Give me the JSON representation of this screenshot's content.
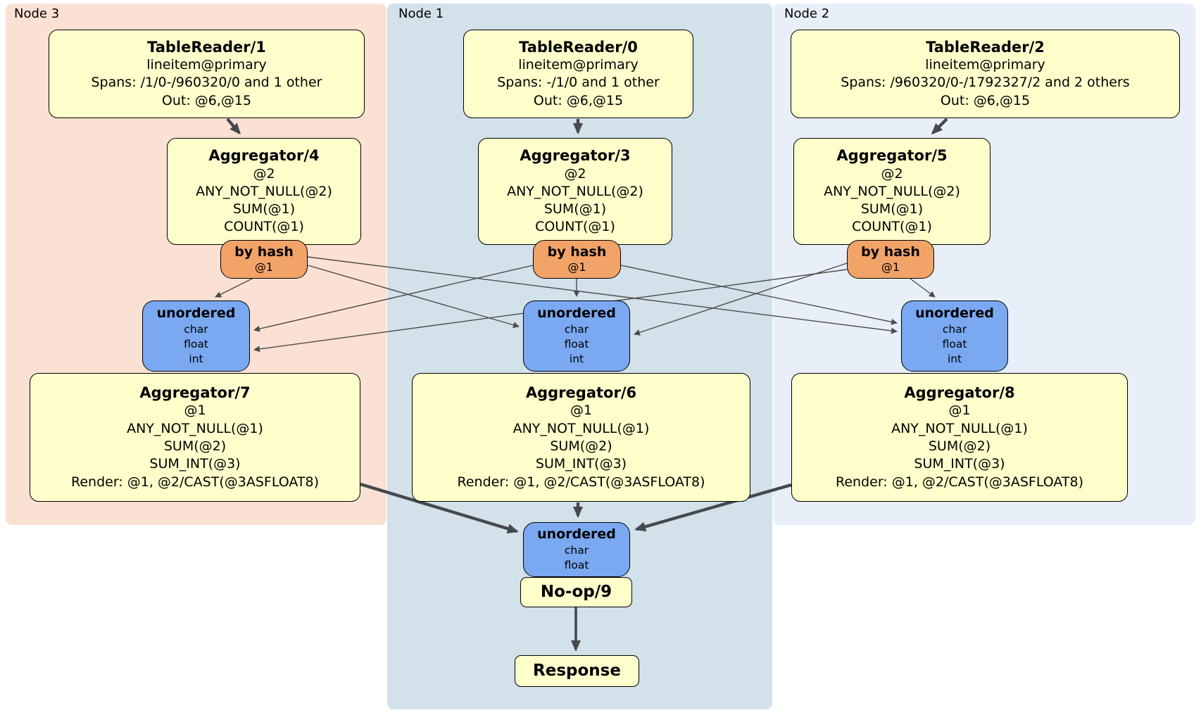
{
  "regions": {
    "node3": {
      "label": "Node 3"
    },
    "node1": {
      "label": "Node 1"
    },
    "node2": {
      "label": "Node 2"
    }
  },
  "nodes": {
    "tablereader1": {
      "title": "TableReader/1",
      "lines": [
        "lineitem@primary",
        "Spans: /1/0-/960320/0 and 1 other",
        "Out: @6,@15"
      ]
    },
    "tablereader0": {
      "title": "TableReader/0",
      "lines": [
        "lineitem@primary",
        "Spans: -/1/0 and 1 other",
        "Out: @6,@15"
      ]
    },
    "tablereader2": {
      "title": "TableReader/2",
      "lines": [
        "lineitem@primary",
        "Spans: /960320/0-/1792327/2 and 2 others",
        "Out: @6,@15"
      ]
    },
    "aggregator4": {
      "title": "Aggregator/4",
      "lines": [
        "@2",
        "ANY_NOT_NULL(@2)",
        "SUM(@1)",
        "COUNT(@1)"
      ]
    },
    "aggregator3": {
      "title": "Aggregator/3",
      "lines": [
        "@2",
        "ANY_NOT_NULL(@2)",
        "SUM(@1)",
        "COUNT(@1)"
      ]
    },
    "aggregator5": {
      "title": "Aggregator/5",
      "lines": [
        "@2",
        "ANY_NOT_NULL(@2)",
        "SUM(@1)",
        "COUNT(@1)"
      ]
    },
    "hash_node3": {
      "title": "by hash",
      "lines": [
        "@1"
      ]
    },
    "hash_node1": {
      "title": "by hash",
      "lines": [
        "@1"
      ]
    },
    "hash_node2": {
      "title": "by hash",
      "lines": [
        "@1"
      ]
    },
    "unordered_node3": {
      "title": "unordered",
      "lines": [
        "char",
        "float",
        "int"
      ]
    },
    "unordered_node1": {
      "title": "unordered",
      "lines": [
        "char",
        "float",
        "int"
      ]
    },
    "unordered_node2": {
      "title": "unordered",
      "lines": [
        "char",
        "float",
        "int"
      ]
    },
    "aggregator7": {
      "title": "Aggregator/7",
      "lines": [
        "@1",
        "ANY_NOT_NULL(@1)",
        "SUM(@2)",
        "SUM_INT(@3)",
        "Render: @1, @2/CAST(@3ASFLOAT8)"
      ]
    },
    "aggregator6": {
      "title": "Aggregator/6",
      "lines": [
        "@1",
        "ANY_NOT_NULL(@1)",
        "SUM(@2)",
        "SUM_INT(@3)",
        "Render: @1, @2/CAST(@3ASFLOAT8)"
      ]
    },
    "aggregator8": {
      "title": "Aggregator/8",
      "lines": [
        "@1",
        "ANY_NOT_NULL(@1)",
        "SUM(@2)",
        "SUM_INT(@3)",
        "Render: @1, @2/CAST(@3ASFLOAT8)"
      ]
    },
    "unordered_final": {
      "title": "unordered",
      "lines": [
        "char",
        "float"
      ]
    },
    "noop": {
      "title": "No-op/9"
    },
    "response": {
      "title": "Response"
    }
  },
  "colors": {
    "node3_bg": "#fbe1d3",
    "node1_bg": "#d2e1ea",
    "node2_bg": "#e9eff9",
    "process_bg": "#ffffcc",
    "router_bg": "#f2a368",
    "sync_bg": "#7aa8f1",
    "edge_thick": "#45494d",
    "edge_thin": "#4c4c4c"
  }
}
